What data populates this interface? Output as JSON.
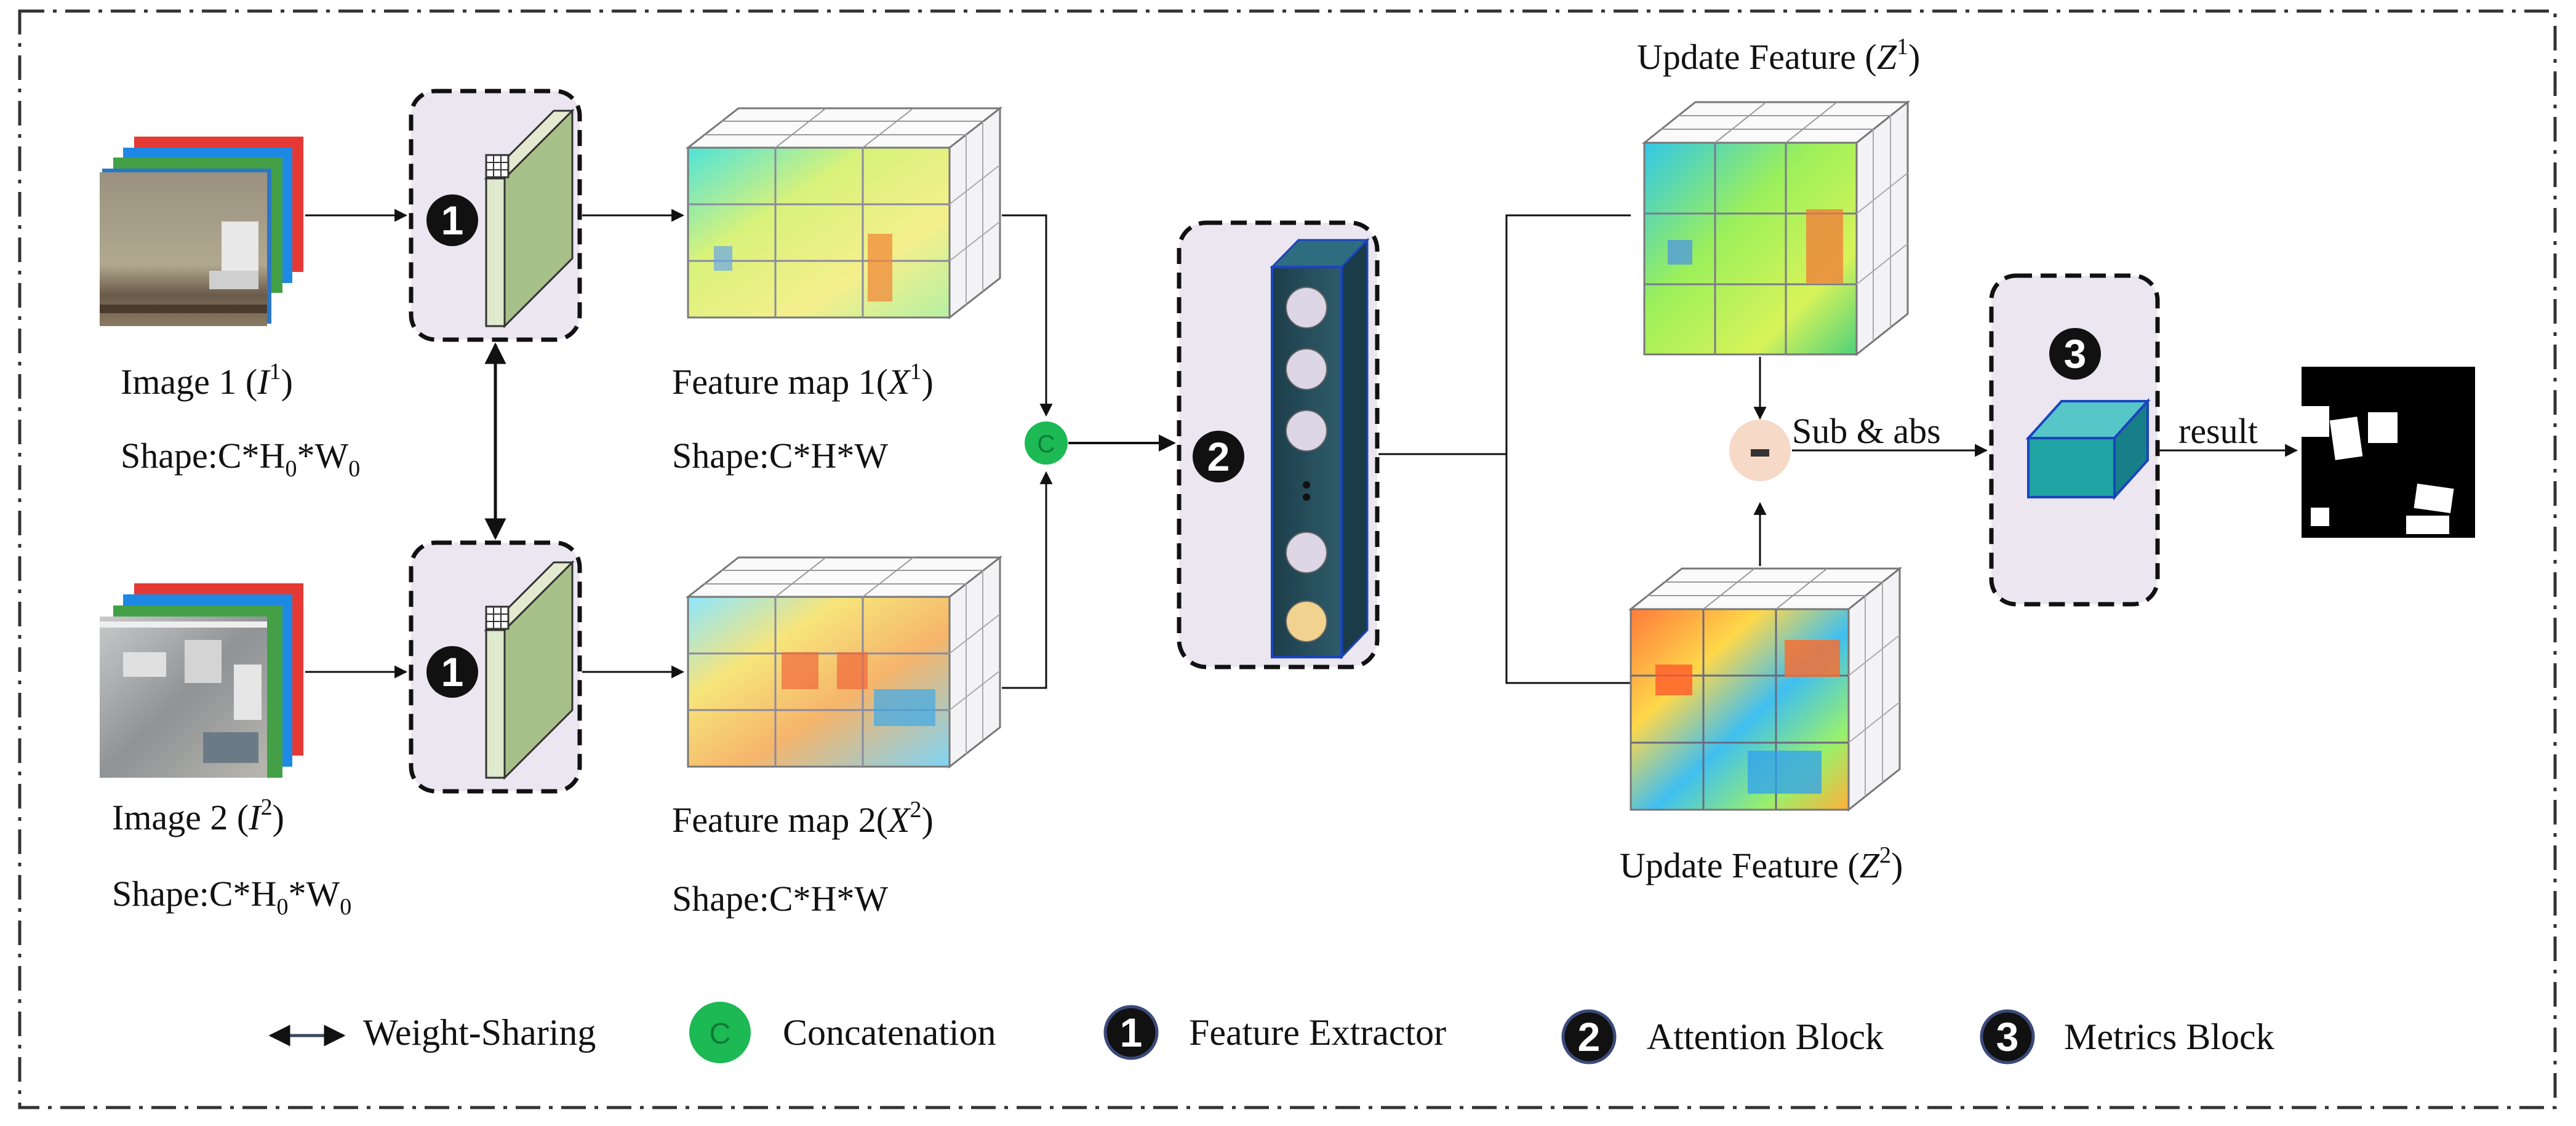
{
  "inputs": {
    "image1": {
      "label_prefix": "Image 1",
      "symbol": "I",
      "sup": "1",
      "shape_prefix": "Shape:C*H",
      "shape_sub1": "0",
      "shape_mid": "*W",
      "shape_sub2": "0"
    },
    "image2": {
      "label_prefix": "Image 2",
      "symbol": "I",
      "sup": "2",
      "shape_prefix": "Shape:C*H",
      "shape_sub1": "0",
      "shape_mid": "*W",
      "shape_sub2": "0"
    }
  },
  "feature_maps": {
    "map1": {
      "label_prefix": "Feature map 1",
      "symbol": "X",
      "sup": "1",
      "shape": "Shape:C*H*W"
    },
    "map2": {
      "label_prefix": "Feature map 2",
      "symbol": "X",
      "sup": "2",
      "shape": "Shape:C*H*W"
    }
  },
  "updates": {
    "z1": {
      "label_prefix": "Update Feature",
      "symbol": "Z",
      "sup": "1"
    },
    "z2": {
      "label_prefix": "Update Feature",
      "symbol": "Z",
      "sup": "2"
    }
  },
  "blocks": {
    "extractor_num": "1",
    "attention_num": "2",
    "metrics_num": "3",
    "concat_symbol": "C",
    "minus_symbol": "−"
  },
  "edges": {
    "sub_abs": "Sub & abs",
    "result": "result"
  },
  "legend": {
    "weight_sharing": "Weight-Sharing",
    "concat_symbol": "C",
    "concatenation": "Concatenation",
    "n1": "1",
    "feature_extractor": "Feature Extractor",
    "n2": "2",
    "attention_block": "Attention Block",
    "n3": "3",
    "metrics_block": "Metrics Block"
  },
  "colors": {
    "block_fill": "#ebe6f0",
    "concat_green": "#1db954",
    "attention_column": "#234a58",
    "metrics_cube": "#1fa3a3",
    "minus_circle": "#f7d9c7",
    "frame": "#333333"
  }
}
